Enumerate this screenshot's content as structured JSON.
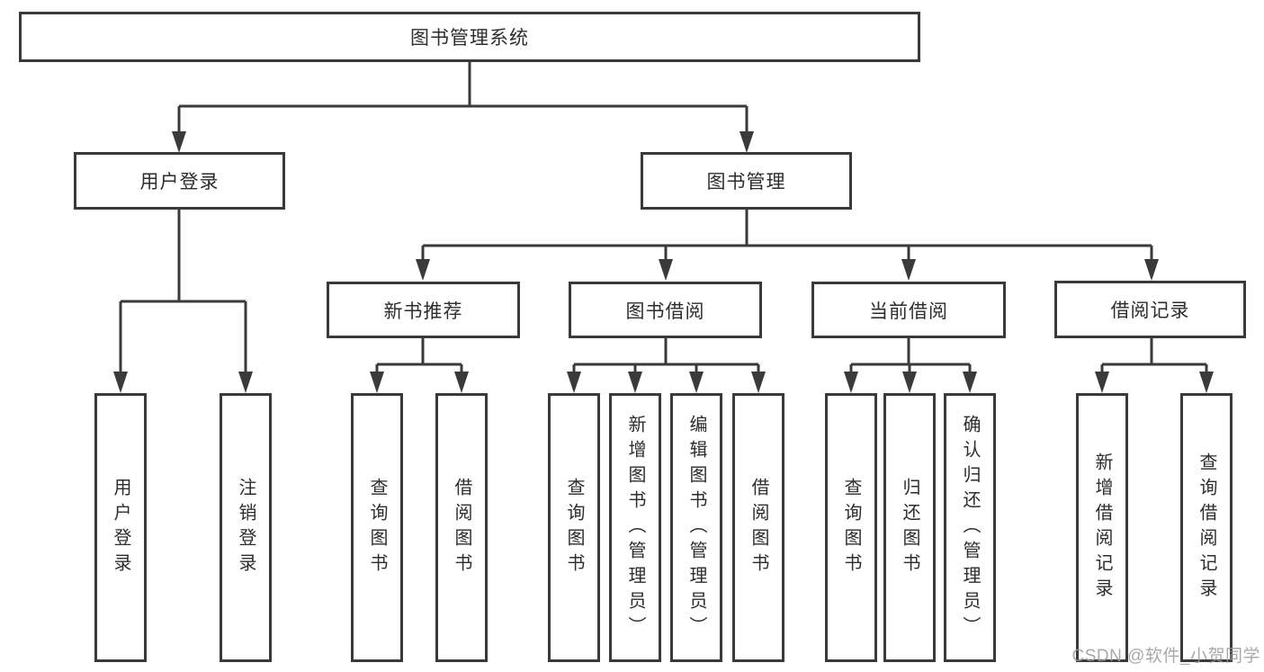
{
  "tree": {
    "root": {
      "label": "图书管理系统"
    },
    "branches": [
      {
        "label": "用户登录",
        "leaves": [
          {
            "label": "用户登录"
          },
          {
            "label": "注销登录"
          }
        ]
      },
      {
        "label": "图书管理",
        "children": [
          {
            "label": "新书推荐",
            "leaves": [
              {
                "label": "查询图书"
              },
              {
                "label": "借阅图书"
              }
            ]
          },
          {
            "label": "图书借阅",
            "leaves": [
              {
                "label": "查询图书"
              },
              {
                "label": "新增图书（管理员）"
              },
              {
                "label": "编辑图书（管理员）"
              },
              {
                "label": "借阅图书"
              }
            ]
          },
          {
            "label": "当前借阅",
            "leaves": [
              {
                "label": "查询图书"
              },
              {
                "label": "归还图书"
              },
              {
                "label": "确认归还（管理员）"
              }
            ]
          },
          {
            "label": "借阅记录",
            "leaves": [
              {
                "label": "新增借阅记录"
              },
              {
                "label": "查询借阅记录"
              }
            ]
          }
        ]
      }
    ]
  },
  "watermark": "CSDN @软件_小贺同学",
  "colors": {
    "line": "#3a3a3a",
    "text": "#2d2d2d",
    "background": "#ffffff",
    "watermark": "#9a9a9a"
  }
}
